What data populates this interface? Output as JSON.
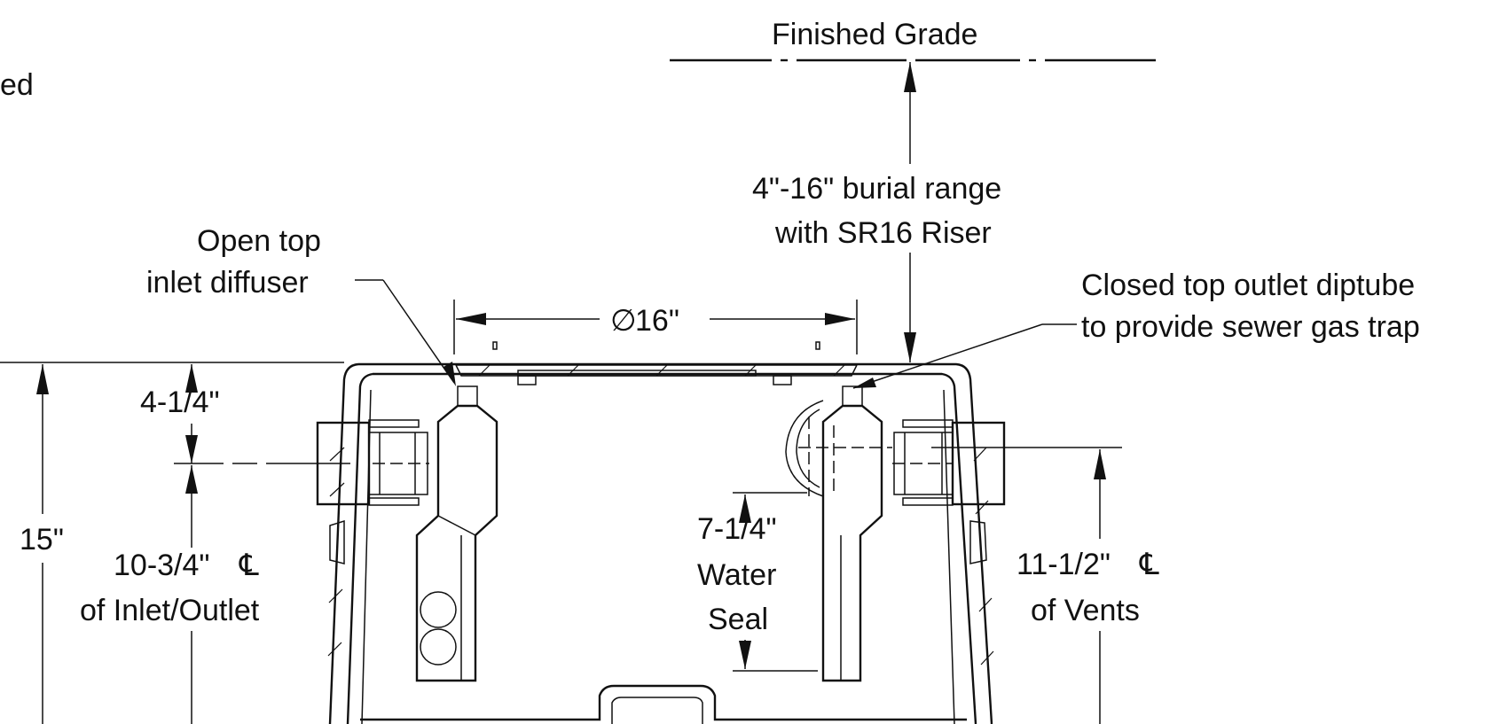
{
  "labels": {
    "partial_left": "ed",
    "finished_grade": "Finished Grade",
    "burial_range_line1": "4\"-16\" burial range",
    "burial_range_line2": "with SR16 Riser",
    "inlet_diffuser_line1": "Open top",
    "inlet_diffuser_line2": "inlet diffuser",
    "outlet_diptube_line1": "Closed top outlet diptube",
    "outlet_diptube_line2": "to provide sewer gas trap",
    "diameter": "16\"",
    "dim_4_1_4": "4-1/4\"",
    "dim_15": "15\"",
    "dim_10_3_4": "10-3/4\"",
    "inlet_outlet_label": "of Inlet/Outlet",
    "dim_7_1_4": "7-1/4\"",
    "water_label": "Water",
    "seal_label": "Seal",
    "dim_11_1_2": "11-1/2\"",
    "vents_label": "of Vents"
  },
  "symbols": {
    "diameter_glyph": "∅",
    "centerline_glyph": "℄"
  },
  "colors": {
    "line": "#111111",
    "background": "#ffffff"
  }
}
